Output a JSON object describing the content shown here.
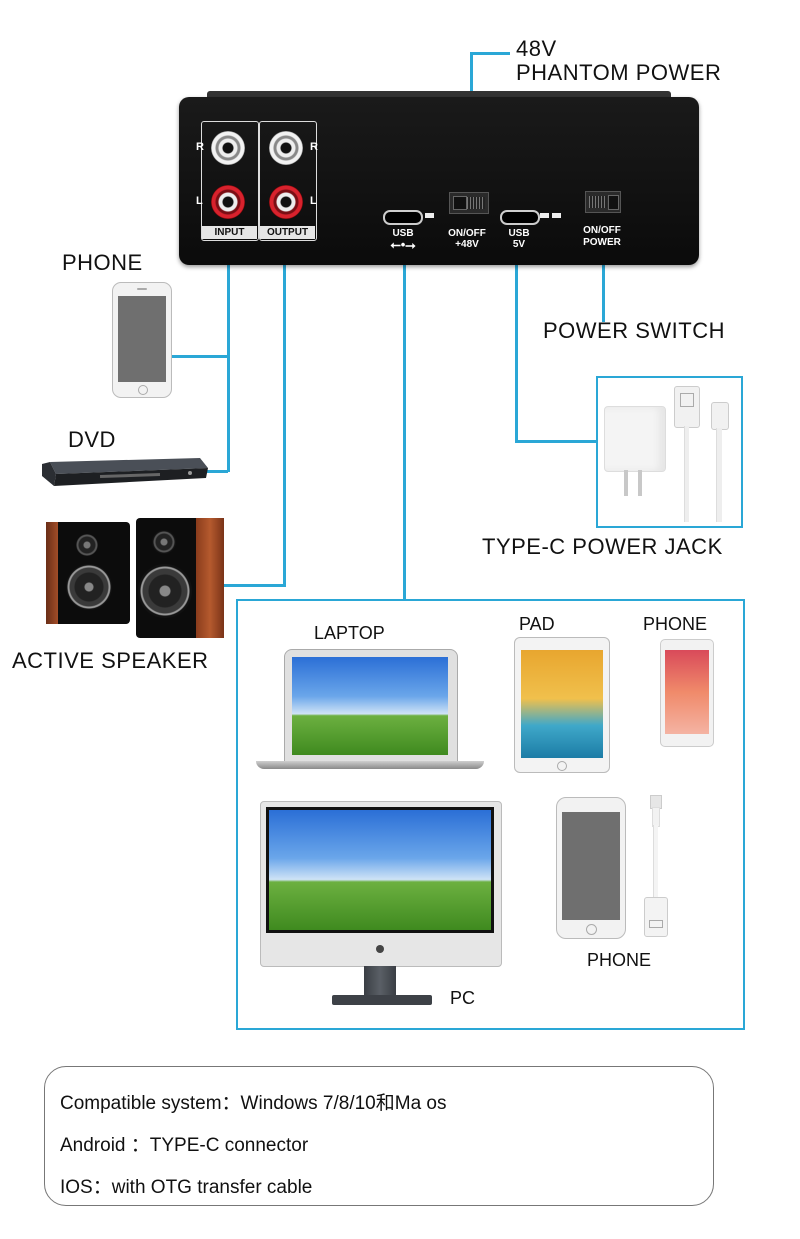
{
  "device": {
    "input_label": "INPUT",
    "output_label": "OUTPUT",
    "r_label": "R",
    "l_label": "L",
    "usb_label": "USB",
    "usb5v_label_1": "USB",
    "usb5v_label_2": "5V",
    "phantom_switch_1": "ON/OFF",
    "phantom_switch_2": "+48V",
    "power_switch_1": "ON/OFF",
    "power_switch_2": "POWER"
  },
  "callouts": {
    "phantom_1": "48V",
    "phantom_2": "PHANTOM POWER",
    "power_switch": "POWER SWITCH",
    "type_c_jack": "TYPE-C POWER JACK"
  },
  "left_devices": {
    "phone": "PHONE",
    "dvd": "DVD",
    "speaker": "ACTIVE SPEAKER"
  },
  "usb_devices": {
    "laptop": "LAPTOP",
    "pad": "PAD",
    "phone_top": "PHONE",
    "phone_bottom": "PHONE",
    "pc": "PC"
  },
  "info": {
    "line1": "Compatible system：Windows 7/8/10和Ma   os",
    "line2": "Android ：TYPE-C connector",
    "line3": "IOS：with OTG transfer cable"
  },
  "colors": {
    "wire": "#2aa7d6",
    "device_body": "#111111",
    "rca_red": "#cc1f2a"
  }
}
